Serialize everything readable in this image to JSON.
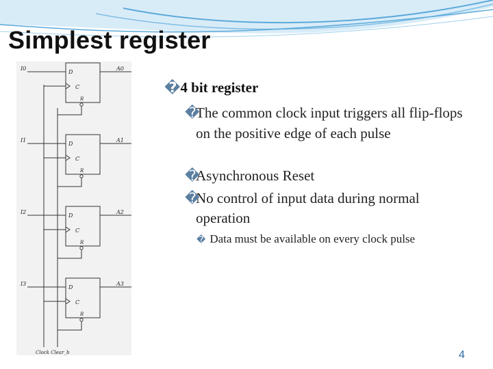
{
  "slide": {
    "title": "Simplest register",
    "bullet_main": "4 bit register",
    "bullets": [
      "The common clock input triggers all flip‑flops on the positive edge of each pulse",
      "Asynchronous Reset",
      "No control of input data during normal operation"
    ],
    "sub_bullet": "Data must be available on every clock pulse",
    "bullet_symbol": "�",
    "page_number": "4"
  },
  "circuit": {
    "inputs": [
      "I0",
      "I1",
      "I2",
      "I3"
    ],
    "outputs": [
      "A0",
      "A1",
      "A2",
      "A3"
    ],
    "d_label": "D",
    "c_label": "C",
    "r_label": "R",
    "bottom_label": "Clock Clear_b"
  },
  "theme": {
    "swoosh_color": "#5ca9d9",
    "bullet_color": "#5b7fa0",
    "page_number_color": "#2a6aa8"
  }
}
